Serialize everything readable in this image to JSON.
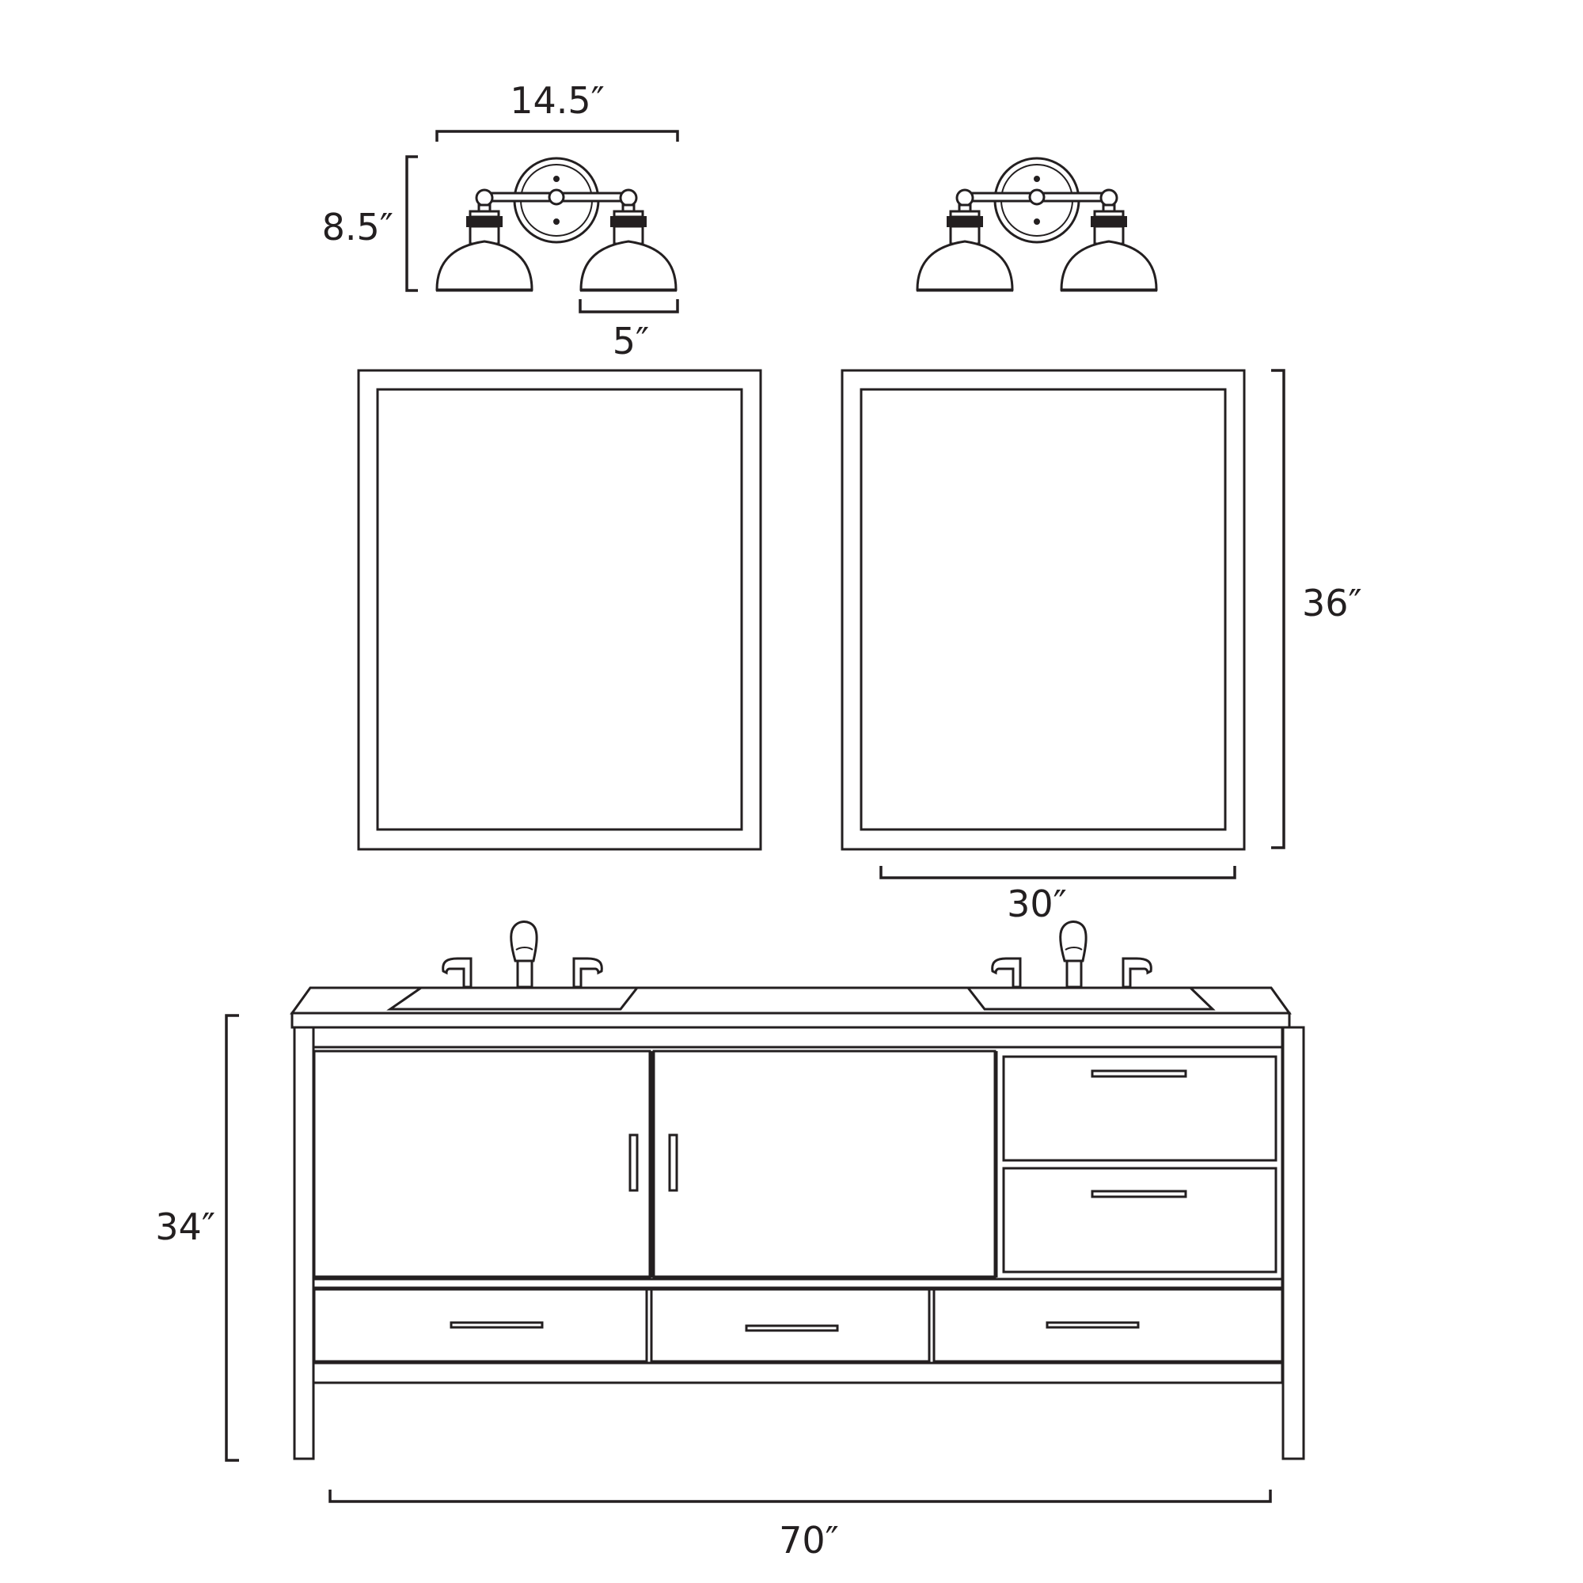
{
  "dimensions": {
    "fixture_width": "14.5″",
    "fixture_height": "8.5″",
    "shade_width": "5″",
    "mirror_height": "36″",
    "mirror_width": "30″",
    "vanity_height": "34″",
    "vanity_width": "70″"
  },
  "colors": {
    "line": "#231f20",
    "background": "#ffffff"
  },
  "icons": [
    "wall-sconce-icon",
    "mirror-frame-icon",
    "faucet-icon",
    "vanity-cabinet-icon"
  ]
}
